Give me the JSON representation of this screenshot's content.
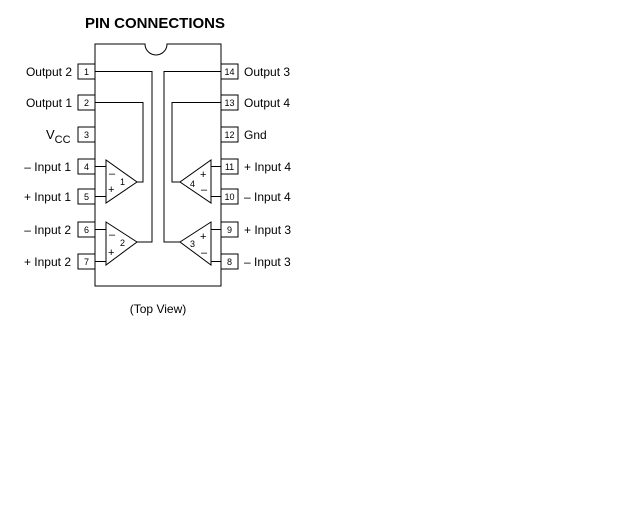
{
  "title": "PIN CONNECTIONS",
  "caption": "(Top View)",
  "pins": {
    "p1": {
      "num": "1",
      "label": "Output 2"
    },
    "p2": {
      "num": "2",
      "label": "Output 1"
    },
    "p3": {
      "num": "3",
      "label": "V",
      "sub": "CC"
    },
    "p4": {
      "num": "4",
      "label": "– Input 1"
    },
    "p5": {
      "num": "5",
      "label": "+ Input 1"
    },
    "p6": {
      "num": "6",
      "label": "– Input 2"
    },
    "p7": {
      "num": "7",
      "label": "+ Input 2"
    },
    "p8": {
      "num": "8",
      "label": "– Input 3"
    },
    "p9": {
      "num": "9",
      "label": "+ Input 3"
    },
    "p10": {
      "num": "10",
      "label": "– Input 4"
    },
    "p11": {
      "num": "11",
      "label": "+ Input 4"
    },
    "p12": {
      "num": "12",
      "label": "Gnd"
    },
    "p13": {
      "num": "13",
      "label": "Output 4"
    },
    "p14": {
      "num": "14",
      "label": "Output 3"
    }
  },
  "amps": {
    "a1": {
      "num": "1"
    },
    "a2": {
      "num": "2"
    },
    "a3": {
      "num": "3"
    },
    "a4": {
      "num": "4"
    }
  },
  "symbols": {
    "minus": "–",
    "plus": "+"
  },
  "colors": {
    "line": "#000000",
    "background": "#ffffff"
  }
}
